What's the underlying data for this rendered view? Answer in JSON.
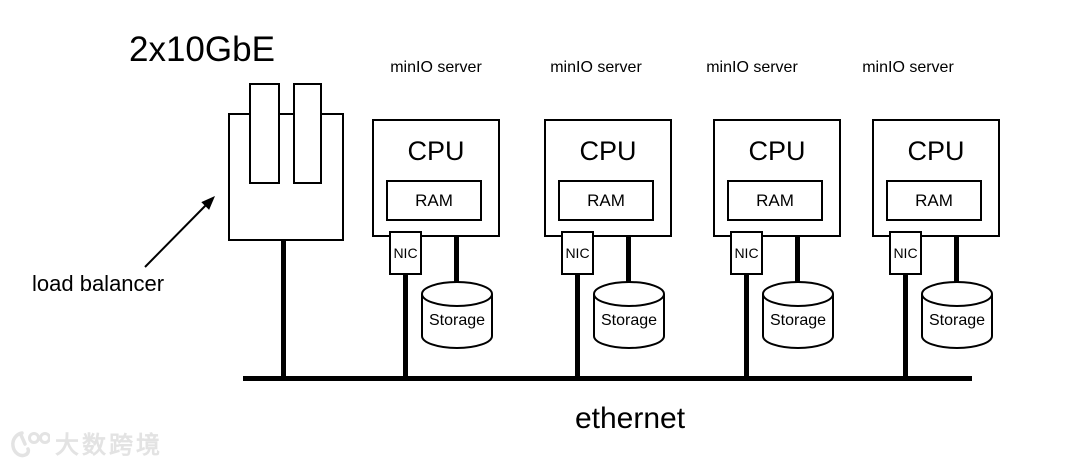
{
  "diagram": {
    "title": "2x10GbE",
    "load_balancer": {
      "label": "load balancer"
    },
    "ethernet": {
      "label": "ethernet"
    },
    "servers": [
      {
        "label": "minIO server",
        "cpu": "CPU",
        "ram": "RAM",
        "nic": "NIC",
        "storage": "Storage"
      },
      {
        "label": "minIO server",
        "cpu": "CPU",
        "ram": "RAM",
        "nic": "NIC",
        "storage": "Storage"
      },
      {
        "label": "minIO server",
        "cpu": "CPU",
        "ram": "RAM",
        "nic": "NIC",
        "storage": "Storage"
      },
      {
        "label": "minIO server",
        "cpu": "CPU",
        "ram": "RAM",
        "nic": "NIC",
        "storage": "Storage"
      }
    ],
    "watermark": {
      "text": "大数跨境"
    },
    "icons": {
      "storage": "cylinder-icon",
      "load_balancer": "plug-shape",
      "watermark_logo": "swirl-100-logo"
    },
    "colors": {
      "stroke": "#000000",
      "background": "#ffffff",
      "watermark": "#e3e3e3"
    }
  }
}
